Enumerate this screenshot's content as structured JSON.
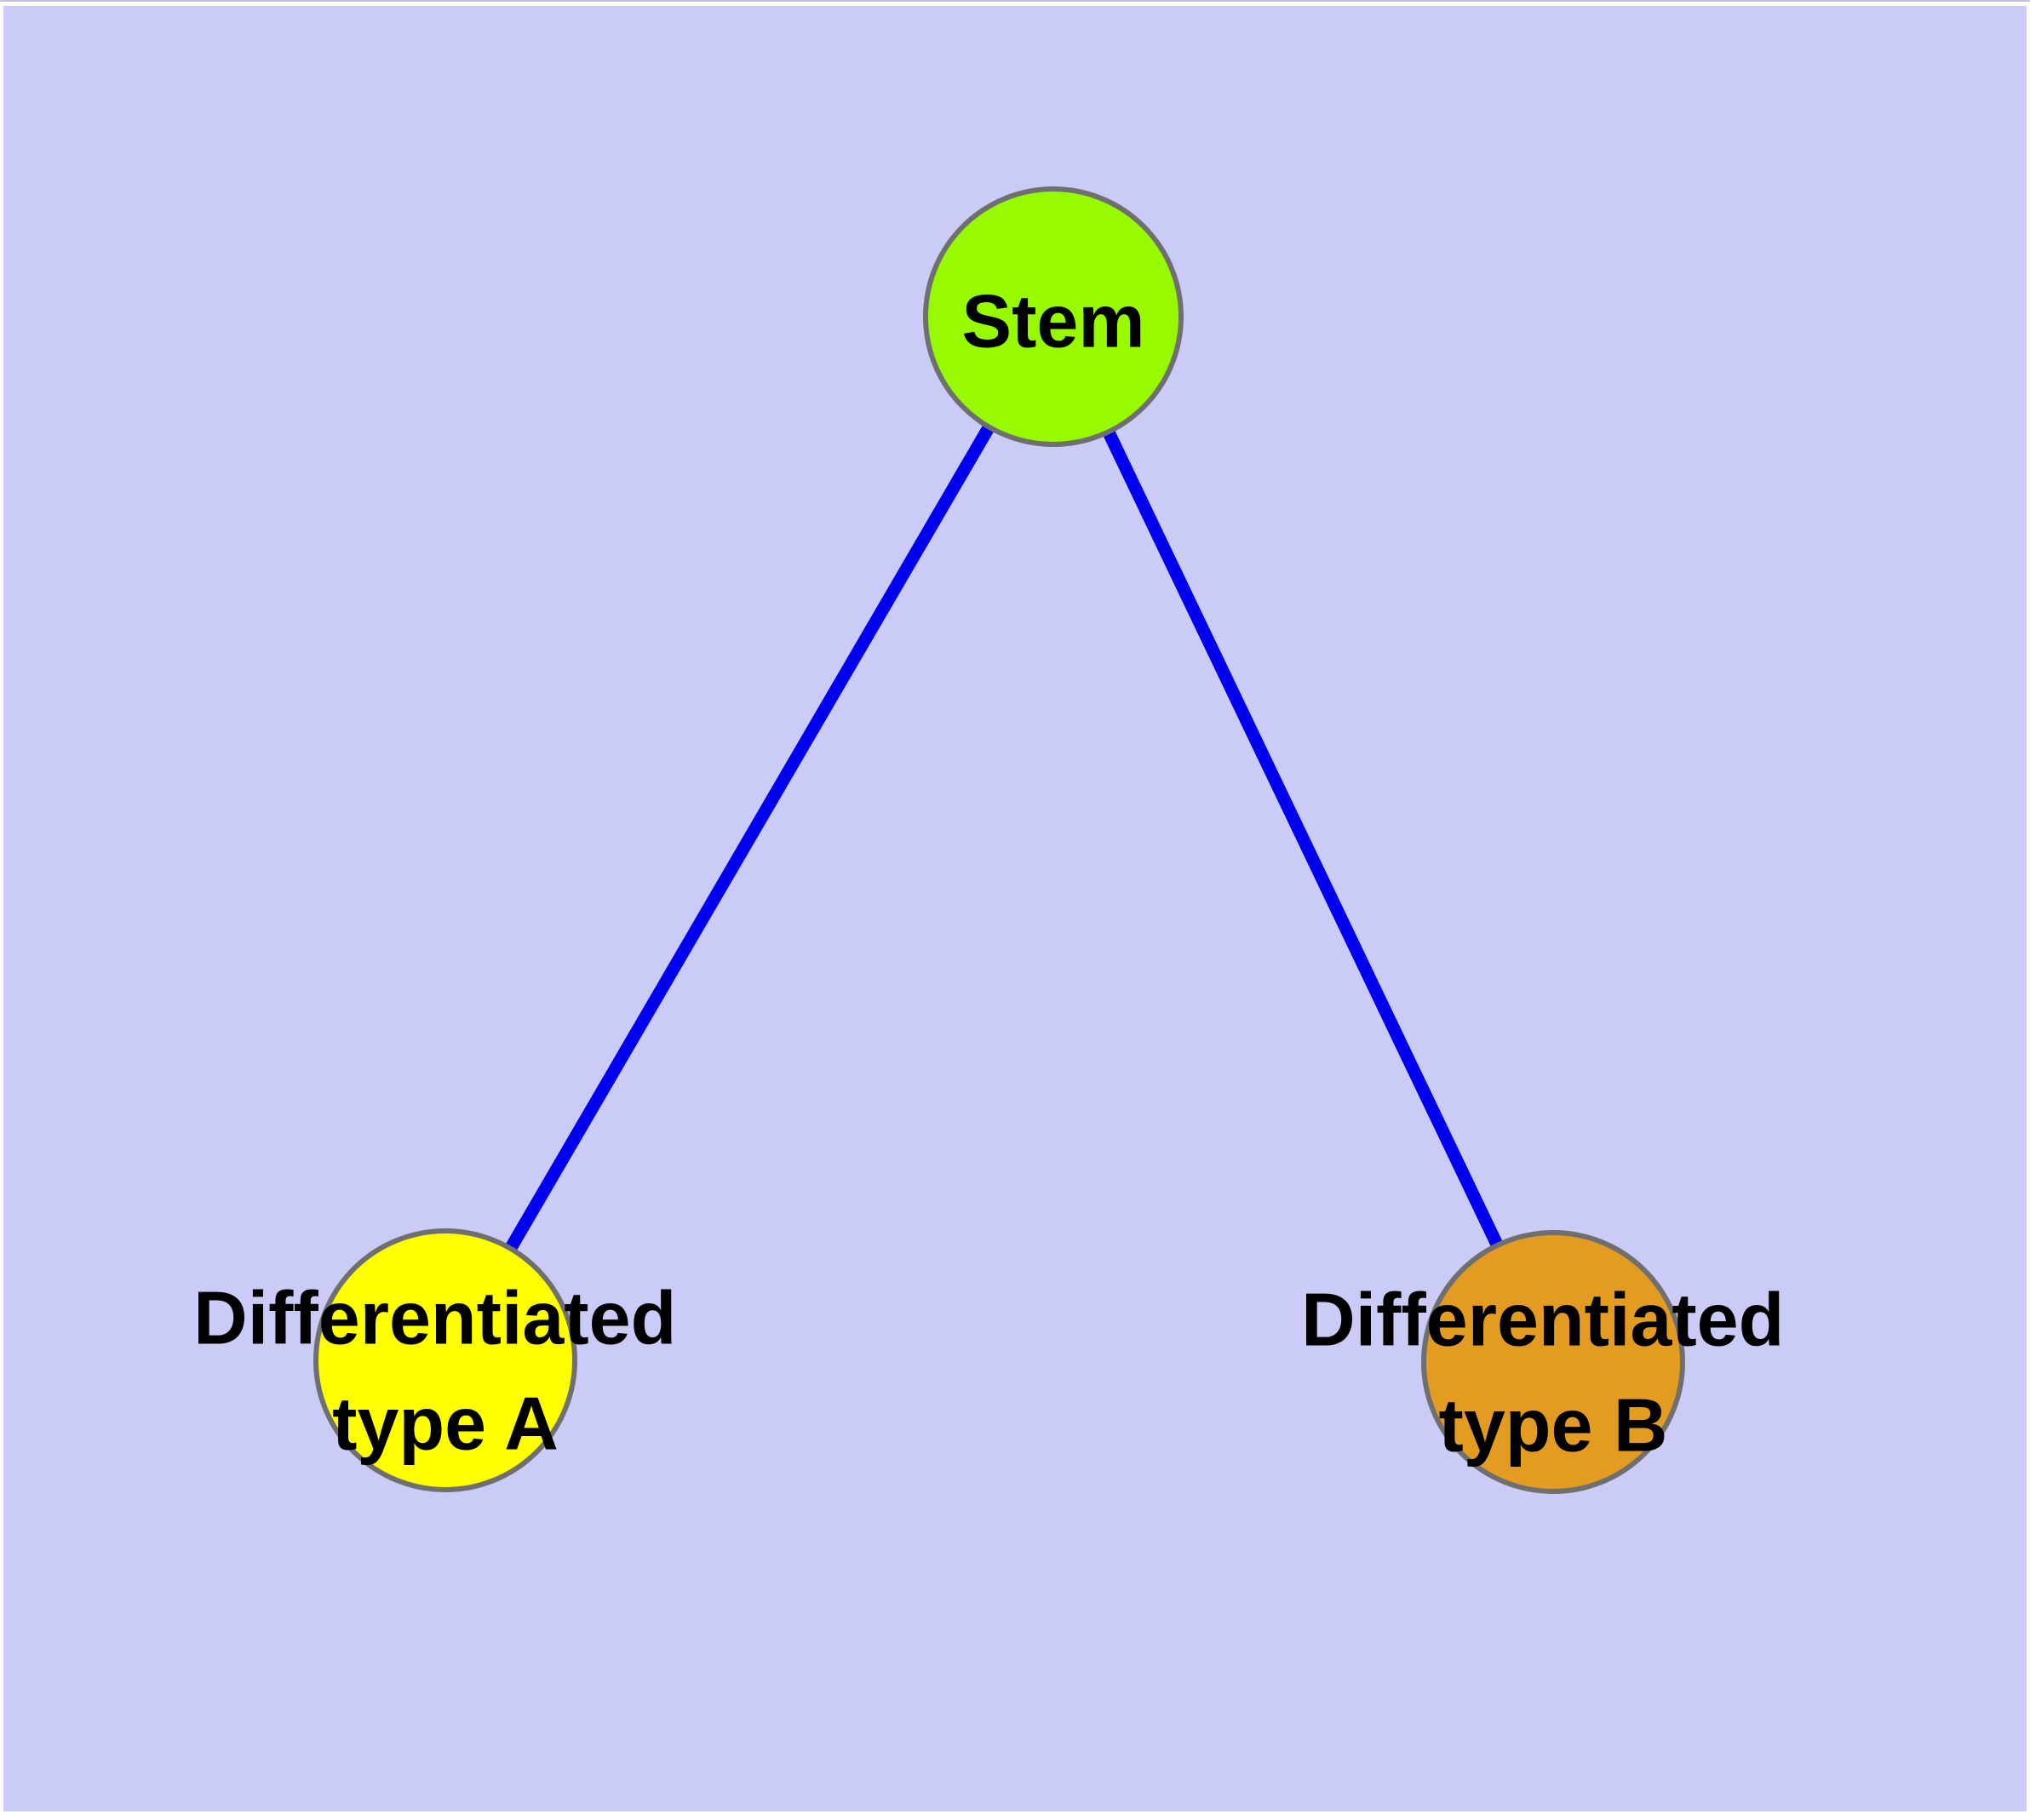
{
  "diagram": {
    "type": "graph",
    "description": "Cell differentiation hierarchy graph: one stem node with two differentiated child nodes",
    "background_color": "#cbcbf8",
    "frame_color": "#ffffff",
    "top_hairline_color": "#c2c2d8",
    "edge_color": "#0000ee",
    "node_border_color": "#6f6f6f",
    "label_color": "#000000",
    "nodes": [
      {
        "id": "stem",
        "label": "Stem",
        "color": "#97fa00"
      },
      {
        "id": "diff-a",
        "label": "Differentiated type A",
        "label_line1": "Differentiated",
        "label_line2": "type A",
        "color": "#ffff00"
      },
      {
        "id": "diff-b",
        "label": "Differentiated type B",
        "label_line1": "Differentiated",
        "label_line2": "type B",
        "color": "#e39b21"
      }
    ],
    "edges": [
      {
        "from": "stem",
        "to": "diff-a"
      },
      {
        "from": "stem",
        "to": "diff-b"
      }
    ]
  }
}
